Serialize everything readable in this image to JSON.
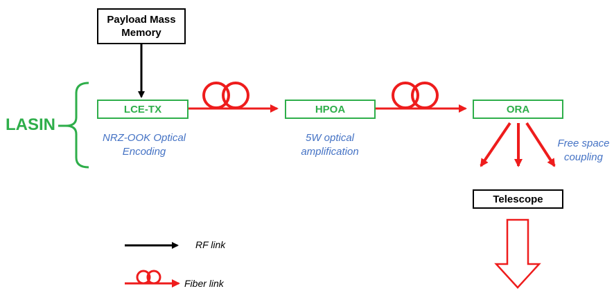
{
  "system_label": "LASIN",
  "blocks": {
    "payload": "Payload Mass\nMemory",
    "lce_tx": "LCE-TX",
    "hpoa": "HPOA",
    "ora": "ORA",
    "telescope": "Telescope"
  },
  "notes": {
    "lce_tx": "NRZ-OOK Optical\nEncoding",
    "hpoa": "5W optical\namplification",
    "ora": "Free space\ncoupling"
  },
  "legend": {
    "rf": "RF link",
    "fiber": "Fiber link"
  },
  "colors": {
    "green": "#2eae4a",
    "red": "#ee1c1c",
    "blue_text": "#4472c4",
    "black": "#000000"
  }
}
